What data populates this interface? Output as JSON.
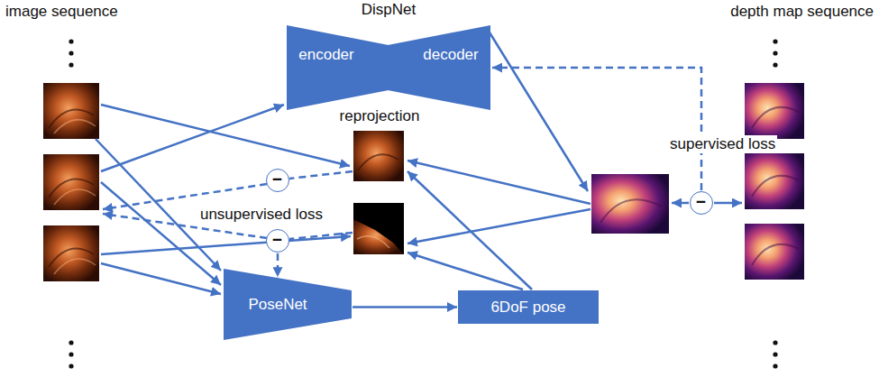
{
  "diagram": {
    "nodes": [
      {
        "text": [
          "DispNet"
        ]
      },
      {
        "text": [
          "encoder"
        ],
        "in": 0
      },
      {
        "text": [
          "decoder"
        ],
        "in": 0
      },
      {
        "text": [
          "−"
        ]
      },
      {
        "text": [
          "−"
        ]
      },
      {
        "text": [
          "−"
        ]
      },
      {
        "text": [
          "PoseNet"
        ]
      },
      {
        "text": [
          "6DoF pose"
        ]
      }
    ],
    "edges": [
      {
        "from": 6,
        "to": 7,
        "arrow": "to"
      },
      {
        "from": 4,
        "to": 6,
        "arrow": "to"
      },
      {
        "from": 5,
        "to": 2,
        "arrow": "to"
      }
    ],
    "labels": [
      "image sequence",
      "depth map sequence",
      "reprojection",
      "unsupervised loss",
      "supervised loss"
    ]
  }
}
